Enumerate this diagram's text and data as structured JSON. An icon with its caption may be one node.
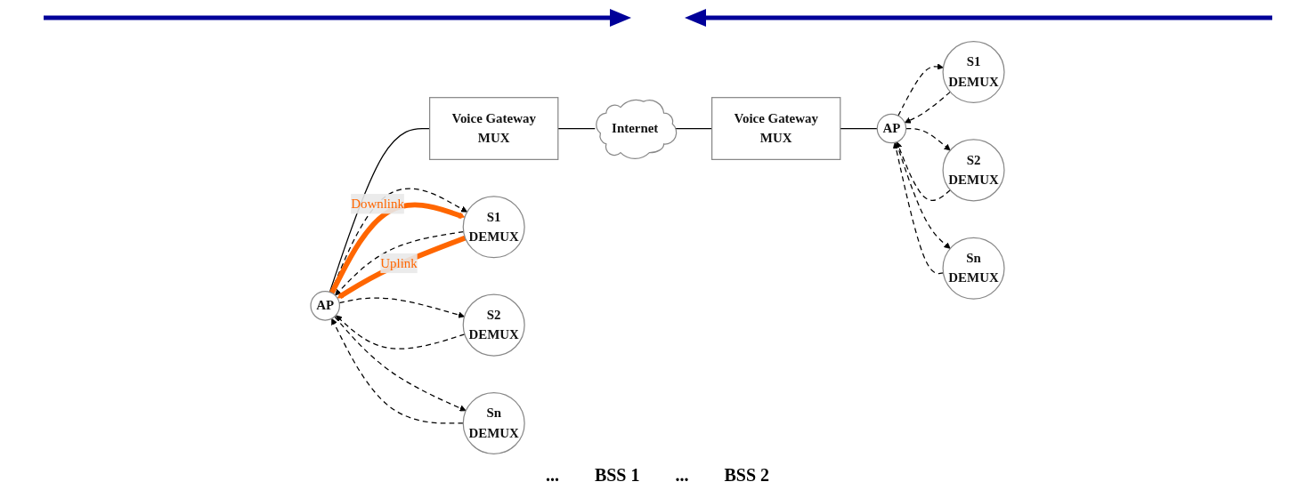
{
  "diagram": {
    "nodes": [
      {
        "text": [
          "AP"
        ]
      },
      {
        "text": [
          "Voice Gateway",
          "MUX"
        ]
      },
      {
        "text": [
          "Internet"
        ]
      },
      {
        "text": [
          "Voice Gateway",
          "MUX"
        ]
      },
      {
        "text": [
          "AP"
        ]
      },
      {
        "text": [
          "S1",
          "DEMUX"
        ]
      },
      {
        "text": [
          "S2",
          "DEMUX"
        ]
      },
      {
        "text": [
          "Sn",
          "DEMUX"
        ]
      },
      {
        "text": [
          "S1",
          "DEMUX"
        ]
      },
      {
        "text": [
          "S2",
          "DEMUX"
        ]
      },
      {
        "text": [
          "Sn",
          "DEMUX"
        ]
      }
    ],
    "edges": [
      {
        "from": 0,
        "to": 1,
        "arrow": "none"
      },
      {
        "from": 1,
        "to": 2,
        "arrow": "none"
      },
      {
        "from": 2,
        "to": 3,
        "arrow": "none"
      },
      {
        "from": 3,
        "to": 4,
        "arrow": "none"
      },
      {
        "from": 5,
        "to": 0,
        "arrow": "to",
        "style": "dashed"
      },
      {
        "from": 6,
        "to": 0,
        "arrow": "to",
        "style": "dashed"
      },
      {
        "from": 7,
        "to": 0,
        "arrow": "to",
        "style": "dashed"
      },
      {
        "from": 0,
        "to": 5,
        "arrow": "to",
        "style": "dashed"
      },
      {
        "from": 0,
        "to": 6,
        "arrow": "to",
        "style": "dashed"
      },
      {
        "from": 0,
        "to": 7,
        "arrow": "to",
        "style": "dashed"
      },
      {
        "from": 5,
        "to": 0,
        "arrow": "to",
        "label": "Uplink",
        "style": "thick",
        "color": "#ff6600"
      },
      {
        "from": 0,
        "to": 5,
        "arrow": "to",
        "label": "Downlink",
        "style": "thick",
        "color": "#ff6600"
      },
      {
        "from": 8,
        "to": 4,
        "arrow": "to",
        "style": "dashed"
      },
      {
        "from": 9,
        "to": 4,
        "arrow": "to",
        "style": "dashed"
      },
      {
        "from": 10,
        "to": 4,
        "arrow": "to",
        "style": "dashed"
      },
      {
        "from": 4,
        "to": 8,
        "arrow": "to",
        "style": "dashed"
      },
      {
        "from": 4,
        "to": 9,
        "arrow": "to",
        "style": "dashed"
      },
      {
        "from": 4,
        "to": 10,
        "arrow": "to",
        "style": "dashed"
      }
    ],
    "labels": [
      "...",
      "BSS 1",
      "...",
      "BSS 2"
    ]
  }
}
